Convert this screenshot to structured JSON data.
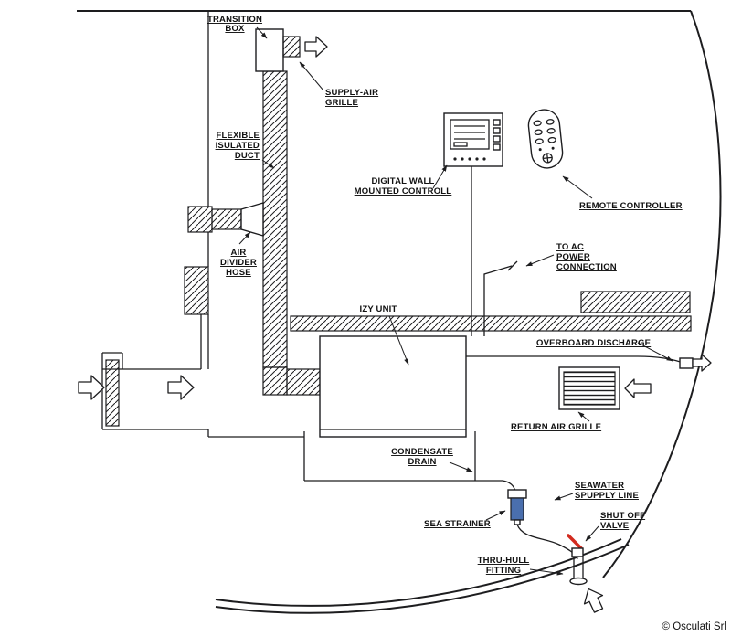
{
  "copyright": "© Osculati Srl",
  "colors": {
    "line": "#1d1d1f",
    "valve_red": "#d22b1f",
    "strainer_blue": "#4a6fae",
    "background": "#ffffff"
  },
  "labels": {
    "transition_box": [
      "TRANSITION",
      "BOX"
    ],
    "supply_air_grille": [
      "SUPPLY-AIR",
      "GRILLE"
    ],
    "flexible_insulated_duct": [
      "FLEXIBLE",
      "ISULATED",
      "DUCT"
    ],
    "air_divider_hose": [
      "AIR",
      "DIVIDER",
      "HOSE"
    ],
    "digital_wall_control": [
      "DIGITAL WALL",
      "MOUNTED CONTROLL"
    ],
    "remote_controller": [
      "REMOTE CONTROLLER"
    ],
    "to_ac_power": [
      "TO AC",
      "POWER",
      "CONNECTION"
    ],
    "izy_unit": [
      "IZY UNIT"
    ],
    "overboard_discharge": [
      "OVERBOARD DISCHARGE"
    ],
    "return_air_grille": [
      "RETURN AIR GRILLE"
    ],
    "condensate_drain": [
      "CONDENSATE",
      "DRAIN"
    ],
    "sea_strainer": [
      "SEA STRAINER"
    ],
    "seawater_supply_line": [
      "SEAWATER",
      "SPUPPLY LINE"
    ],
    "shut_off_valve": [
      "SHUT OFF",
      "VALVE"
    ],
    "thru_hull_fitting": [
      "THRU-HULL",
      "FITTING"
    ]
  }
}
